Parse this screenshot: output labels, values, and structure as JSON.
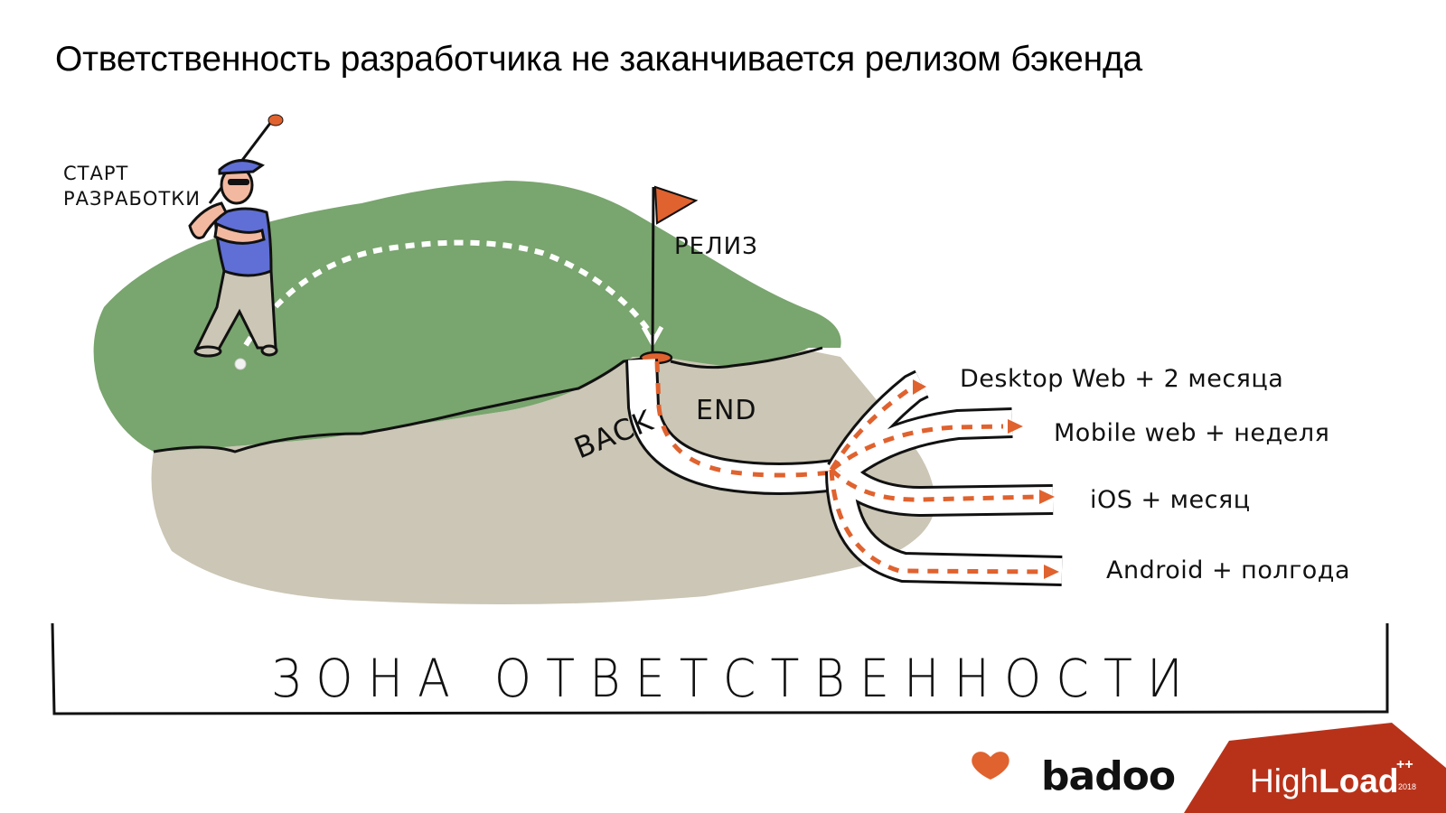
{
  "slide": {
    "title": "Ответственность разработчика не заканчивается релизом бэкенда"
  },
  "illustration": {
    "start_label_line1": "Старт",
    "start_label_line2": "разработки",
    "release_label": "Релиз",
    "backend_label_back": "Back",
    "backend_label_end": "End",
    "platforms": [
      {
        "name": "Desktop Web",
        "delay": "+ 2 месяца",
        "label": "Desktop Web + 2 месяца"
      },
      {
        "name": "Mobile web",
        "delay": "+ неделя",
        "label": "Mobile web + неделя"
      },
      {
        "name": "iOS",
        "delay": "+ месяц",
        "label": "iOS + месяц"
      },
      {
        "name": "Android",
        "delay": "+ полгода",
        "label": "Android + полгода"
      }
    ],
    "colors": {
      "grass": "#79a56e",
      "ground": "#cbc6b5",
      "accent_orange": "#e0622e",
      "shirt_blue": "#5f6fd6",
      "pants": "#cbc6b5",
      "skin": "#f2b9a0"
    }
  },
  "zone": {
    "label": "ЗОНА ОТВЕТСТВЕННОСТИ"
  },
  "footer": {
    "badoo_label": "badoo",
    "badoo_heart_color": "#e0622e",
    "highload_light": "High",
    "highload_bold": "Load",
    "highload_plus": "++",
    "highload_year": "2018",
    "highload_color": "#b8321a"
  }
}
